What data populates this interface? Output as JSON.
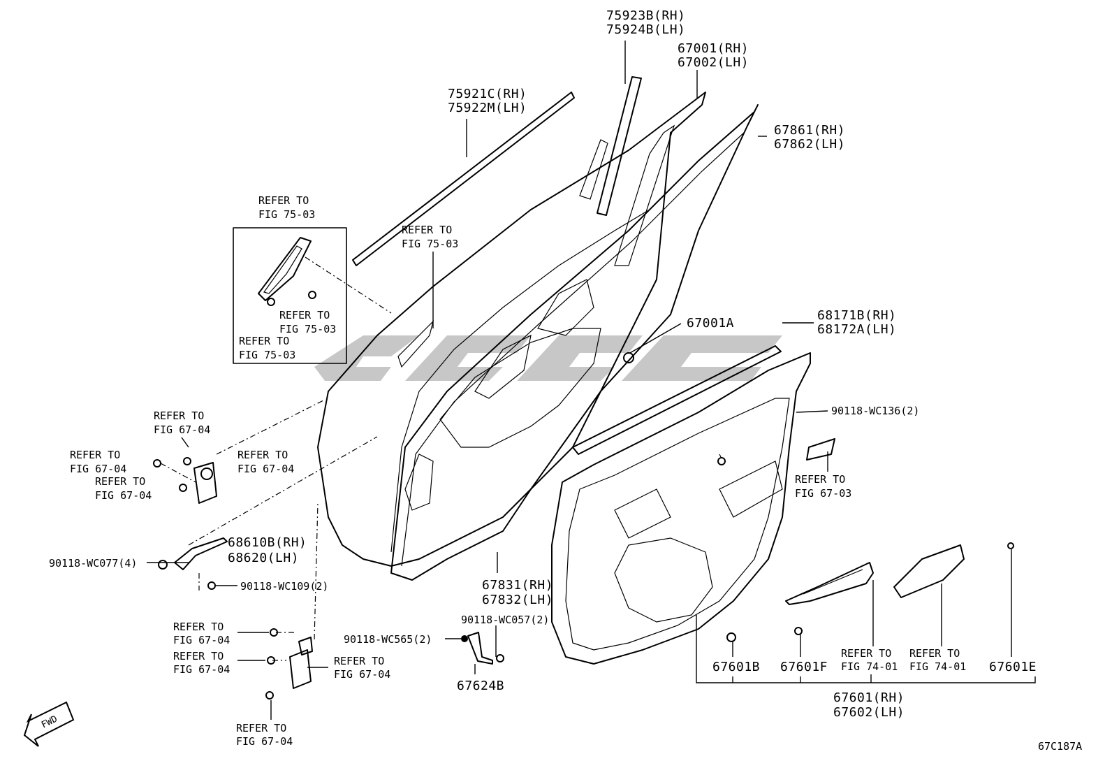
{
  "labels": {
    "moulding_upper": [
      "75923B(RH)",
      "75924B(LH)"
    ],
    "door_panel": [
      "67001(RH)",
      "67002(LH)"
    ],
    "moulding_belt": [
      "75921C(RH)",
      "75922M(LH)"
    ],
    "weatherstrip": [
      "67861(RH)",
      "67862(LH)"
    ],
    "refer_box_top": [
      "REFER TO",
      "FIG 75-03"
    ],
    "refer_mid": [
      "REFER TO",
      "FIG 75-03"
    ],
    "refer_box_a": [
      "REFER TO",
      "FIG 75-03"
    ],
    "refer_box_b": [
      "REFER TO",
      "FIG 75-03"
    ],
    "plug": "67001A",
    "belt_weatherstrip": [
      "68171B(RH)",
      "68172A(LH)"
    ],
    "clip_136": "90118-WC136(2)",
    "refer_hinge_top": [
      "REFER TO",
      "FIG 67-04"
    ],
    "refer_hinge_left1": [
      "REFER TO",
      "FIG 67-04"
    ],
    "refer_hinge_right": [
      "REFER TO",
      "FIG 67-04"
    ],
    "refer_hinge_left2": [
      "REFER TO",
      "FIG 67-04"
    ],
    "refer_67_03": [
      "REFER TO",
      "FIG 67-03"
    ],
    "check": [
      "68610B(RH)",
      "68620(LH)"
    ],
    "bolt_077": "90118-WC077(4)",
    "bolt_109": "90118-WC109(2)",
    "seal": [
      "67831(RH)",
      "67832(LH)"
    ],
    "clip_057": "90118-WC057(2)",
    "clip_565": "90118-WC565(2)",
    "bracket": "67624B",
    "refer_lower1": [
      "REFER TO",
      "FIG 67-04"
    ],
    "refer_lower2": [
      "REFER TO",
      "FIG 67-04"
    ],
    "refer_lower3": [
      "REFER TO",
      "FIG 67-04"
    ],
    "refer_lower4": [
      "REFER TO",
      "FIG 67-04"
    ],
    "clip_601b": "67601B",
    "clip_601f": "67601F",
    "refer_74_a": [
      "REFER TO",
      "FIG 74-01"
    ],
    "refer_74_b": [
      "REFER TO",
      "FIG 74-01"
    ],
    "clip_601e": "67601E",
    "trim": [
      "67601(RH)",
      "67602(LH)"
    ],
    "fwd": "FWD",
    "figure_code": "67C187A"
  }
}
